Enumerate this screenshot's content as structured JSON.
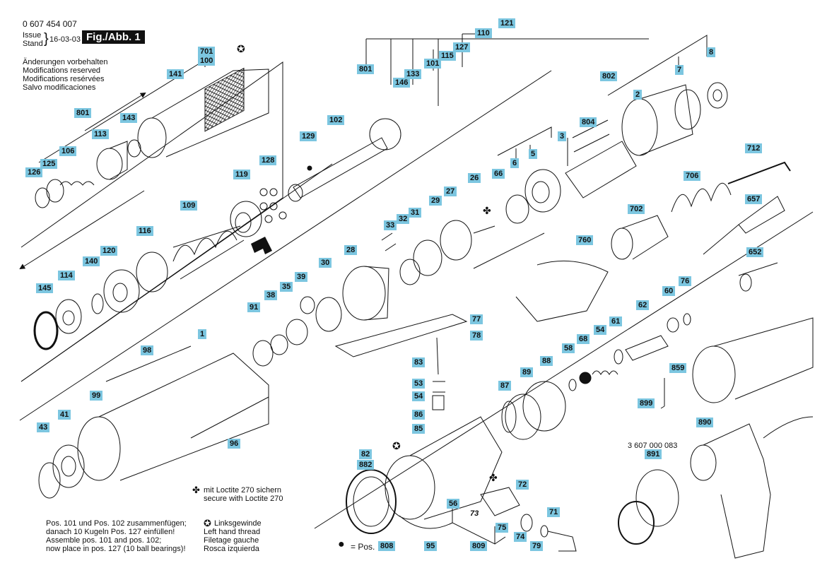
{
  "header": {
    "doc_number": "0 607 454 007",
    "issue_label": "Issue",
    "stand_label": "Stand",
    "issue_date": "16-03-03",
    "figure_label": "Fig./Abb. 1",
    "modifications": [
      "Änderungen vorbehalten",
      "Modifications reserved",
      "Modifications resérvées",
      "Salvo modificaciones"
    ]
  },
  "part_labels": [
    "701",
    "100",
    "141",
    "801",
    "143",
    "113",
    "106",
    "125",
    "126",
    "129",
    "102",
    "128",
    "119",
    "109",
    "116",
    "120",
    "140",
    "114",
    "145",
    "146",
    "133",
    "801",
    "101",
    "115",
    "127",
    "110",
    "121",
    "802",
    "7",
    "8",
    "2",
    "804",
    "3",
    "6",
    "5",
    "66",
    "26",
    "27",
    "29",
    "31",
    "32",
    "33",
    "28",
    "30",
    "39",
    "35",
    "38",
    "91",
    "1",
    "98",
    "99",
    "41",
    "43",
    "96",
    "712",
    "706",
    "702",
    "657",
    "652",
    "760",
    "77",
    "78",
    "83",
    "53",
    "54",
    "86",
    "85",
    "82",
    "882",
    "62",
    "60",
    "76",
    "68",
    "54",
    "61",
    "58",
    "88",
    "89",
    "87",
    "859",
    "899",
    "890",
    "891",
    "72",
    "56",
    "73",
    "75",
    "74",
    "71",
    "79",
    "95",
    "809"
  ],
  "notes": {
    "loctite": [
      "mit Loctite 270 sichern",
      "secure with Loctite 270"
    ],
    "left_thread": [
      "Linksgewinde",
      "Left hand thread",
      "Filetage gauche",
      "Rosca izquierda"
    ],
    "assembly": [
      "Pos. 101 und Pos. 102 zusammenfügen;",
      "danach 10 Kugeln Pos. 127 einfüllen!",
      "Assemble pos. 101 and pos. 102;",
      "now place in pos. 127 (10 ball bearings)!"
    ],
    "pos_legend_text": "= Pos.",
    "pos_legend_value": "808",
    "part_number_891": "3 607 000 083"
  }
}
